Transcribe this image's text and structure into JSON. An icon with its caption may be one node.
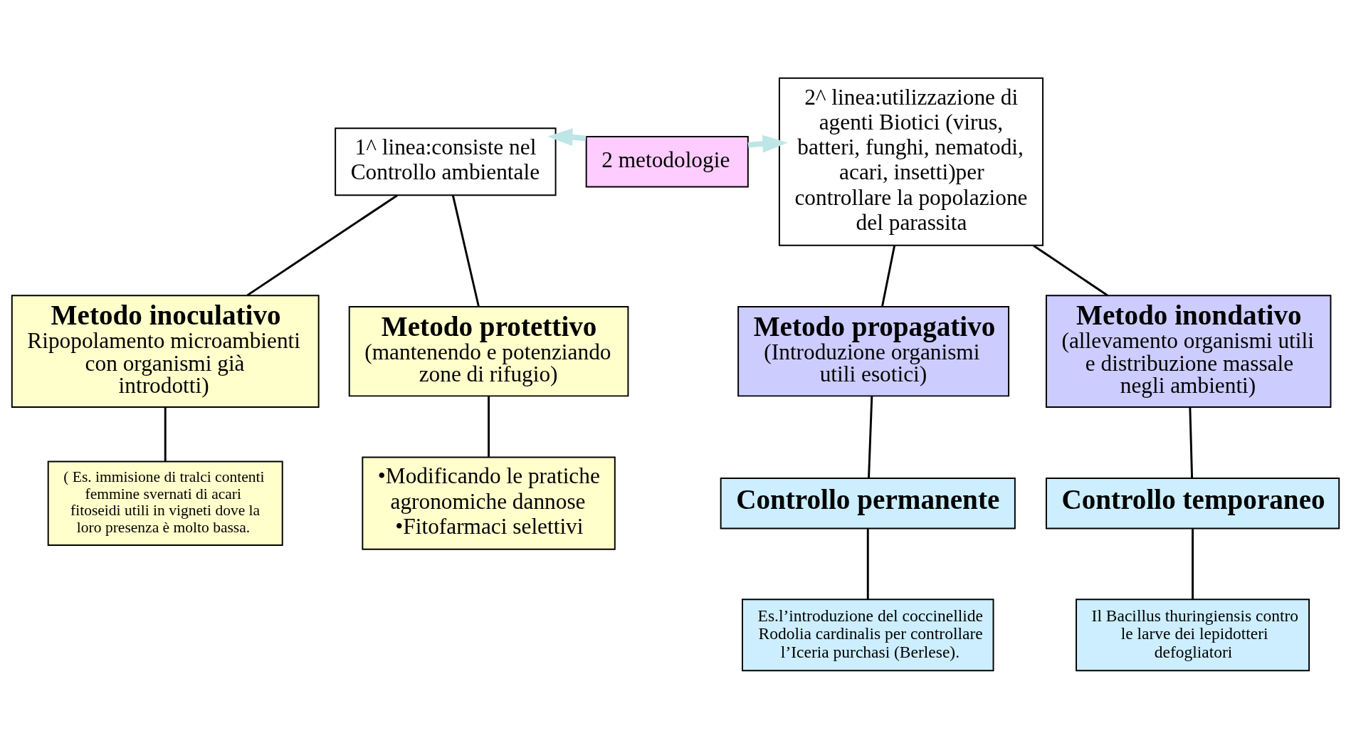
{
  "diagram": {
    "nodes": [
      {
        "text": [
          "1^ linea:consiste nel Controllo ambientale"
        ]
      },
      {
        "text": [
          "2^ linea:utilizzazione di agenti Biotici (virus, batteri, funghi, nematodi, acari, insetti)per controllare la popolazione del parassita"
        ]
      },
      {
        "text": [
          "2 metodologie"
        ]
      },
      {
        "text": [
          "Metodo inoculativo",
          "Ripopolamento microambienti con organismi già introdotti)"
        ]
      },
      {
        "text": [
          "Metodo protettivo",
          "(mantenendo e potenziando zone di rifugio)"
        ]
      },
      {
        "text": [
          "Metodo propagativo",
          "(Introduzione organismi utili esotici)"
        ]
      },
      {
        "text": [
          "Metodo inondativo",
          "(allevamento organismi utili e distribuzione massale negli ambienti)"
        ]
      },
      {
        "text": [
          "( Es. immisione di tralci contenti femmine svernati di acari fitoseidi utili in vigneti dove la loro presenza è molto bassa."
        ]
      },
      {
        "text": [
          "•Modificando le pratiche agronomiche dannose",
          "•Fitofarmaci selettivi"
        ]
      },
      {
        "text": [
          "Controllo permanente"
        ]
      },
      {
        "text": [
          "Controllo temporaneo"
        ]
      },
      {
        "text": [
          "Es.l’introduzione del coccinellide Rodolia cardinalis per controllare l’Iceria purchasi (Berlese)."
        ]
      },
      {
        "text": [
          "Il Bacillus thuringiensis contro le larve dei lepidotteri defogliatori"
        ]
      }
    ],
    "edges": [
      {
        "from": 2,
        "to": 0,
        "arrow": "to",
        "style": "thick",
        "color": "#bfe6e6"
      },
      {
        "from": 2,
        "to": 1,
        "arrow": "to",
        "style": "thick",
        "color": "#bfe6e6"
      },
      {
        "from": 0,
        "to": 3,
        "arrow": "none"
      },
      {
        "from": 0,
        "to": 4,
        "arrow": "none"
      },
      {
        "from": 1,
        "to": 5,
        "arrow": "none"
      },
      {
        "from": 1,
        "to": 6,
        "arrow": "none"
      },
      {
        "from": 3,
        "to": 7,
        "arrow": "none"
      },
      {
        "from": 4,
        "to": 8,
        "arrow": "none"
      },
      {
        "from": 5,
        "to": 9,
        "arrow": "none"
      },
      {
        "from": 6,
        "to": 10,
        "arrow": "none"
      },
      {
        "from": 9,
        "to": 11,
        "arrow": "none"
      },
      {
        "from": 10,
        "to": 12,
        "arrow": "none"
      }
    ]
  }
}
